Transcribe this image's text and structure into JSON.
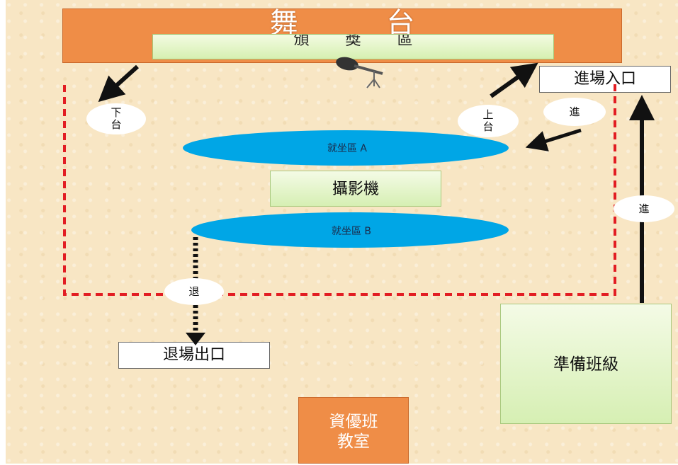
{
  "stage": {
    "title": "舞 台",
    "award_area": "頒 獎 區"
  },
  "entrance": {
    "label": "進場入口"
  },
  "exit": {
    "label": "退場出口"
  },
  "stage_exit_bubble": {
    "line1": "下",
    "line2": "台"
  },
  "stage_enter_bubble": {
    "line1": "上",
    "line2": "台"
  },
  "enter_bubble_top": "進",
  "enter_bubble_side": "進",
  "exit_bubble": "退",
  "seating_a": "就坐區 A",
  "seating_b": "就坐區 B",
  "camera": "攝影機",
  "waiting_class": "準備班級",
  "classroom": {
    "line1": "資優班",
    "line2": "教室"
  },
  "icons": {
    "microphone": "microphone-icon"
  },
  "colors": {
    "stage": "#ef8d47",
    "seating": "#00a6e6",
    "boundary": "#e21d23",
    "green_box": "#d6efb3",
    "background": "#f8e6c4"
  }
}
